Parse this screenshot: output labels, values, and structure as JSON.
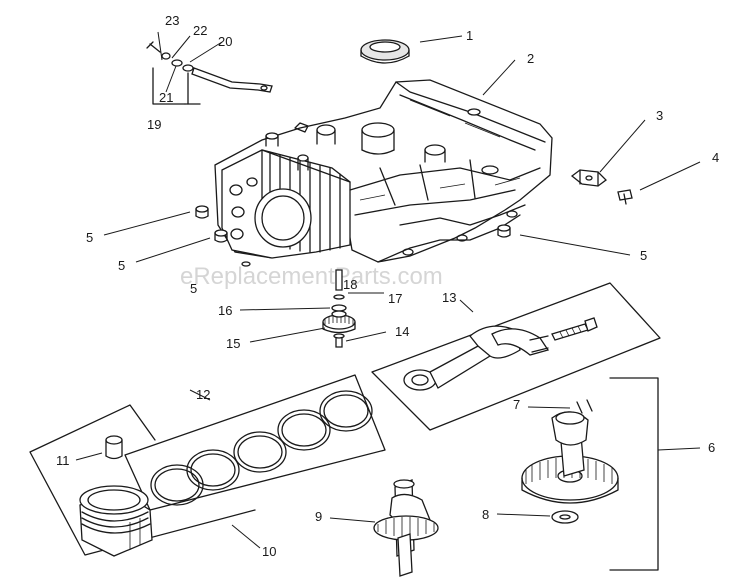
{
  "watermark": "eReplacementParts.com",
  "callouts": {
    "c1": "1",
    "c2": "2",
    "c3": "3",
    "c4": "4",
    "c5a": "5",
    "c5b": "5",
    "c5c": "5",
    "c5d": "5",
    "c6": "6",
    "c7": "7",
    "c8": "8",
    "c9": "9",
    "c10": "10",
    "c11": "11",
    "c12": "12",
    "c13": "13",
    "c14": "14",
    "c15": "15",
    "c16": "16",
    "c17": "17",
    "c18": "18",
    "c19": "19",
    "c20": "20",
    "c21": "21",
    "c22": "22",
    "c23": "23"
  }
}
